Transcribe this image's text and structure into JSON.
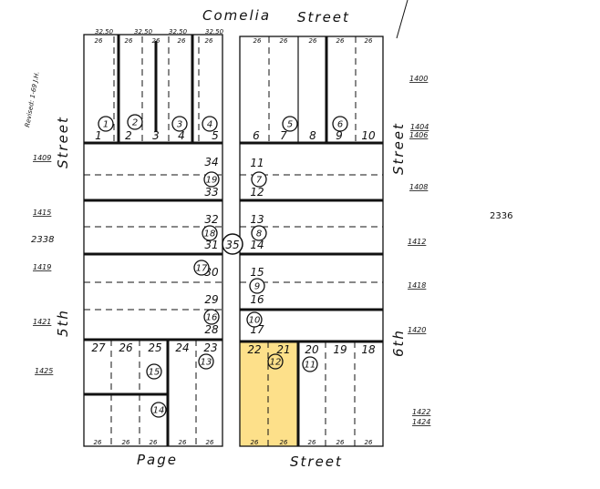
{
  "streets": {
    "top": [
      "Comelia",
      "Street"
    ],
    "bottom": [
      "Page",
      "Street"
    ],
    "left": [
      "Street",
      "5th"
    ],
    "right": [
      "Street",
      "6th"
    ]
  },
  "revision_note": "Revised: 1-69 J.H.",
  "block_number": "35",
  "highlight_color": "#fde08a",
  "highlighted_parcel": "12",
  "top_dims": [
    "32.50",
    "32.50",
    "32.50",
    "32.50"
  ],
  "left_addresses": [
    "1409",
    "1415",
    "2338",
    "1419",
    "1421",
    "1425"
  ],
  "right_addresses": [
    "1400",
    "1404",
    "1406",
    "1408",
    "1412",
    "1418",
    "1420",
    "1422",
    "1424"
  ],
  "adjacent_block": "2336",
  "lots": {
    "top_left": [
      "1",
      "2",
      "3",
      "4",
      "5"
    ],
    "top_right": [
      "6",
      "7",
      "8",
      "9",
      "10"
    ],
    "mid_left": [
      "34",
      "33",
      "32",
      "31",
      "30",
      "29",
      "28"
    ],
    "mid_right": [
      "11",
      "12",
      "13",
      "14",
      "15",
      "16",
      "17"
    ],
    "bottom_left": [
      "27",
      "26",
      "25",
      "24",
      "23"
    ],
    "bottom_right": [
      "22",
      "21",
      "20",
      "19",
      "18"
    ]
  },
  "parcels": [
    "1",
    "2",
    "3",
    "4",
    "5",
    "6",
    "19",
    "7",
    "18",
    "8",
    "17",
    "9",
    "16",
    "10",
    "15",
    "14",
    "13",
    "12",
    "11"
  ],
  "frontage": "26"
}
